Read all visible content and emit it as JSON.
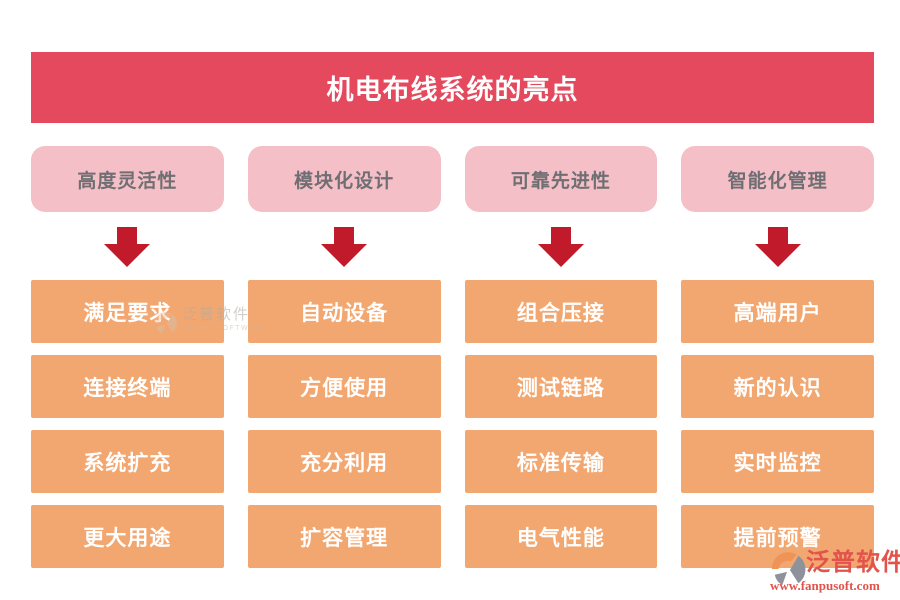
{
  "title": "机电布线系统的亮点",
  "columns": [
    {
      "header": "高度灵活性",
      "items": [
        "满足要求",
        "连接终端",
        "系统扩充",
        "更大用途"
      ]
    },
    {
      "header": "模块化设计",
      "items": [
        "自动设备",
        "方便使用",
        "充分利用",
        "扩容管理"
      ]
    },
    {
      "header": "可靠先进性",
      "items": [
        "组合压接",
        "测试链路",
        "标准传输",
        "电气性能"
      ]
    },
    {
      "header": "智能化管理",
      "items": [
        "高端用户",
        "新的认识",
        "实时监控",
        "提前预警"
      ]
    }
  ],
  "watermarks": {
    "inline": {
      "brand": "泛普软件",
      "brand_en": "FANPU SOFTWARE"
    },
    "footer": {
      "brand": "泛普软件",
      "url": "www.fanpusoft.com"
    }
  },
  "colors": {
    "banner-bg": "#e5495d",
    "banner-text": "#ffffff",
    "header-bg": "#f4bfc7",
    "header-text": "#6f6f73",
    "arrow": "#c11b2b",
    "item-bg": "#f3a770",
    "item-text": "#ffffff",
    "watermark-red": "#e2544b",
    "watermark-gray": "#b0a9a1",
    "logo-orange": "#ef9457",
    "logo-gray": "#8e939b"
  }
}
